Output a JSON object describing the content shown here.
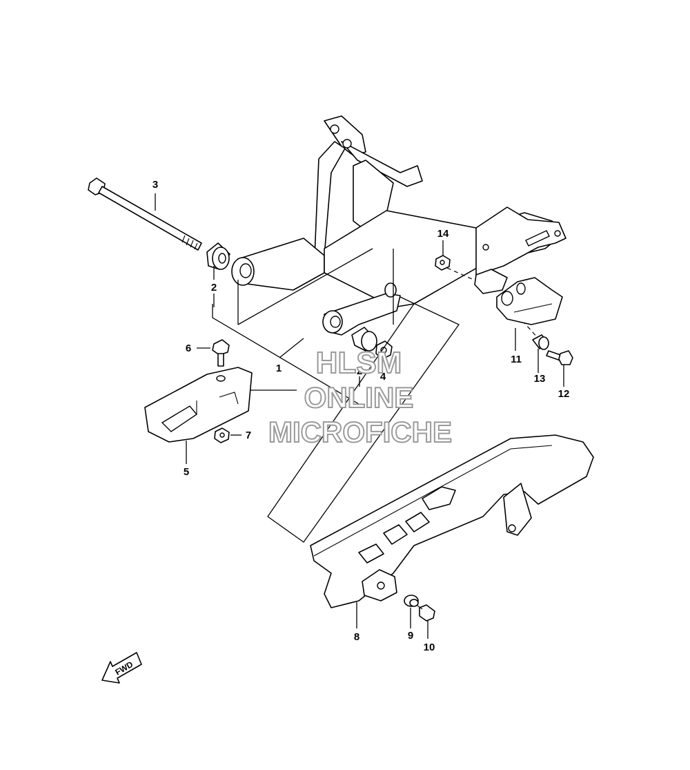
{
  "labels": {
    "l1": "1",
    "l2a": "2",
    "l2b": "2",
    "l3": "3",
    "l4": "4",
    "l5": "5",
    "l6": "6",
    "l7": "7",
    "l8": "8",
    "l9": "9",
    "l10": "10",
    "l11": "11",
    "l12": "12",
    "l13": "13",
    "l14": "14"
  },
  "watermark": {
    "line1": "HLSM",
    "line2": "ONLINE",
    "line3": "MICROFICHE"
  },
  "fwd_arrow": {
    "text": "FWD"
  }
}
